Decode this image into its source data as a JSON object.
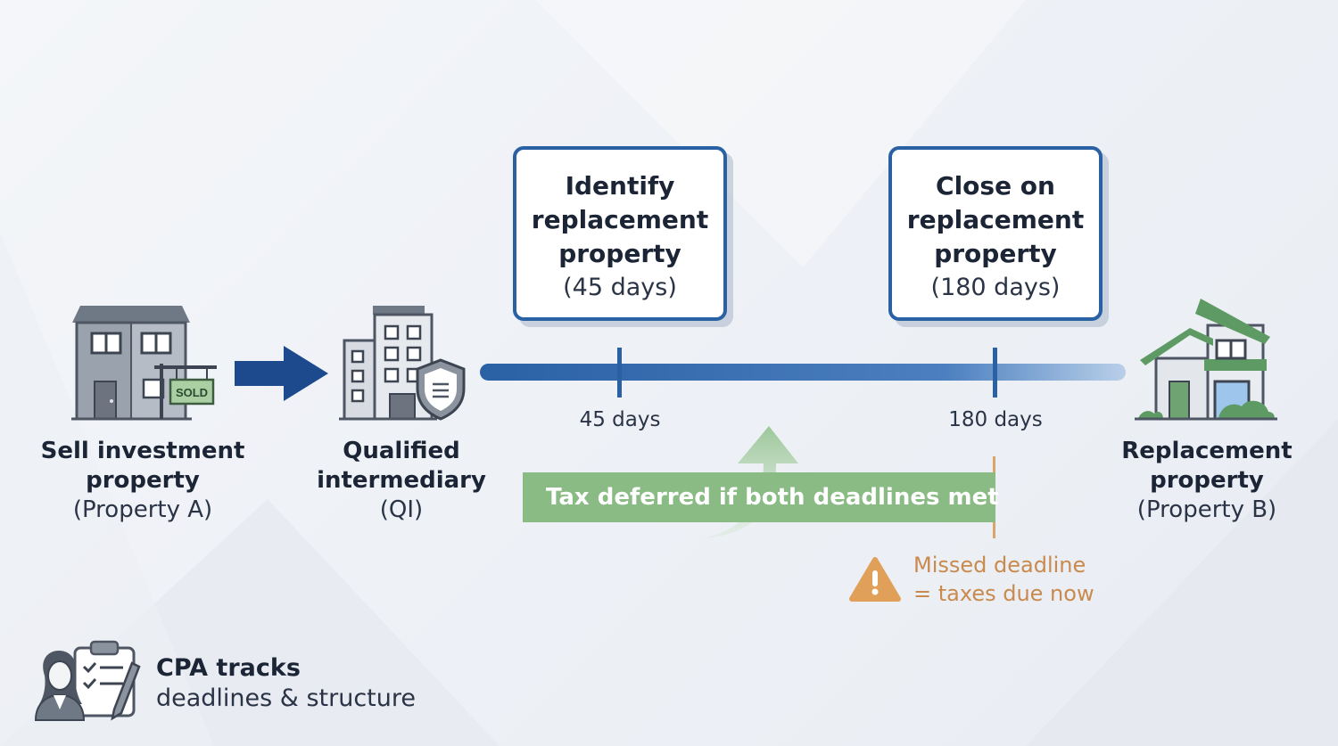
{
  "steps": {
    "sell": {
      "title_line1": "Sell investment",
      "title_line2": "property",
      "subtitle": "(Property A)"
    },
    "qi": {
      "title_line1": "Qualified",
      "title_line2": "intermediary",
      "subtitle": "(QI)"
    },
    "replacement": {
      "title_line1": "Replacement",
      "title_line2": "property",
      "subtitle": "(Property B)"
    }
  },
  "deadlines": [
    {
      "title_line1": "Identify",
      "title_line2": "replacement",
      "title_line3": "property",
      "duration": "(45 days)",
      "marker": "45 days"
    },
    {
      "title_line1": "Close on",
      "title_line2": "replacement",
      "title_line3": "property",
      "duration": "(180 days)",
      "marker": "180 days"
    }
  ],
  "sold_sign": "SOLD",
  "banner": "Tax deferred if both deadlines met",
  "warning": {
    "line1": "Missed deadline",
    "line2": "= taxes due now"
  },
  "cpa": {
    "title": "CPA tracks",
    "subtitle": "deadlines & structure"
  },
  "colors": {
    "timeline": "#2a61a5",
    "arrow": "#1d4a8c",
    "banner": "#8bbb84",
    "warning": "#e0a05a",
    "house_green": "#5e9a63",
    "building_gray": "#8b939e"
  },
  "icons": [
    "house-icon",
    "sold-sign-icon",
    "arrow-right-icon",
    "office-building-icon",
    "shield-icon",
    "green-house-icon",
    "warning-icon",
    "clipboard-icon",
    "person-icon",
    "pen-icon",
    "curved-arrow-icon"
  ]
}
